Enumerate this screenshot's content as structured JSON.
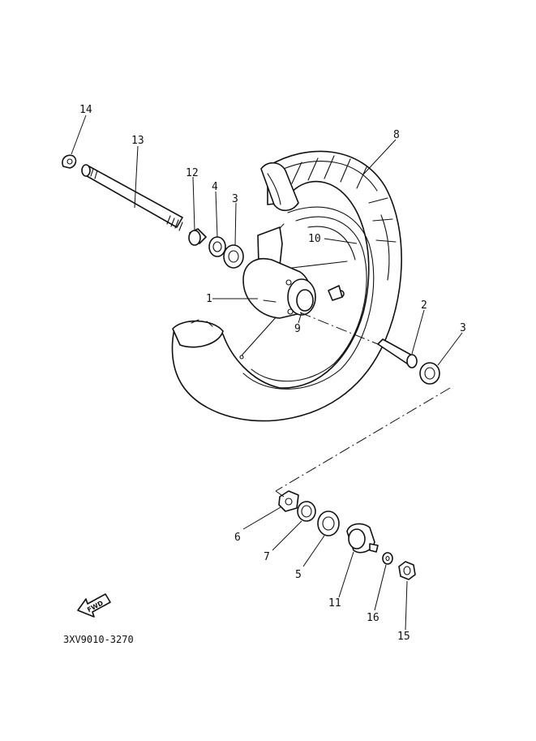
{
  "diagram": {
    "part_number_code": "3XV9010-3270",
    "fwd_label": "FWD",
    "callouts": {
      "c14": "14",
      "c13": "13",
      "c12": "12",
      "c4": "4",
      "c3a": "3",
      "c8": "8",
      "c10": "10",
      "c1": "1",
      "c9": "9",
      "c2": "2",
      "c3b": "3",
      "c6": "6",
      "c7": "7",
      "c5": "5",
      "c11": "11",
      "c16": "16",
      "c15": "15"
    }
  }
}
